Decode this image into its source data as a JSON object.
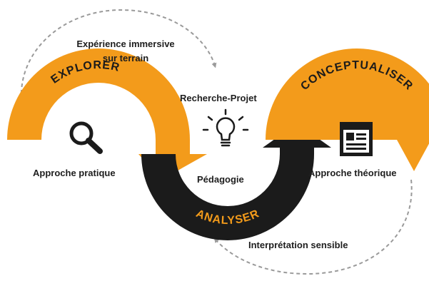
{
  "stages": {
    "explore": "EXPLORER",
    "analyse": "ANALYSER",
    "conceptualise": "CONCEPTUALISER"
  },
  "labels": {
    "immersive_line1": "Expérience immersive",
    "immersive_line2": "sur terrain",
    "pratique": "Approche pratique",
    "recherche": "Recherche-Projet",
    "pedagogie": "Pédagogie",
    "theorique": "Approche théorique",
    "interpretation": "Interprétation sensible"
  },
  "icons": {
    "explore": "magnifier-icon",
    "center": "lightbulb-icon",
    "conceptualise": "document-icon"
  },
  "colors": {
    "orange": "#F39B1B",
    "black": "#1B1B1B",
    "dashed": "#9A9A9A",
    "text": "#1E1E1E",
    "band_text": "#1B1B1B"
  }
}
